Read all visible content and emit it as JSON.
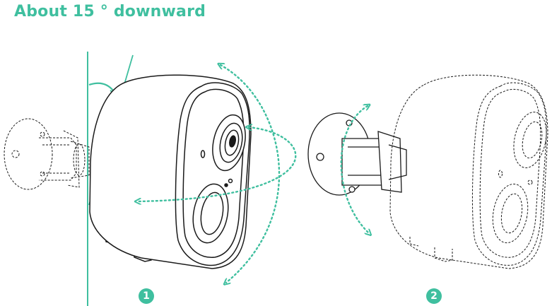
{
  "title": "About 15 ° downward",
  "steps": [
    {
      "number": "1"
    },
    {
      "number": "2"
    }
  ],
  "colors": {
    "accent": "#3fbf9f",
    "line": "#1a1a1a",
    "background": "#ffffff"
  },
  "icons": [
    "rotation-arrow-icon",
    "camera-icon",
    "mount-icon"
  ]
}
